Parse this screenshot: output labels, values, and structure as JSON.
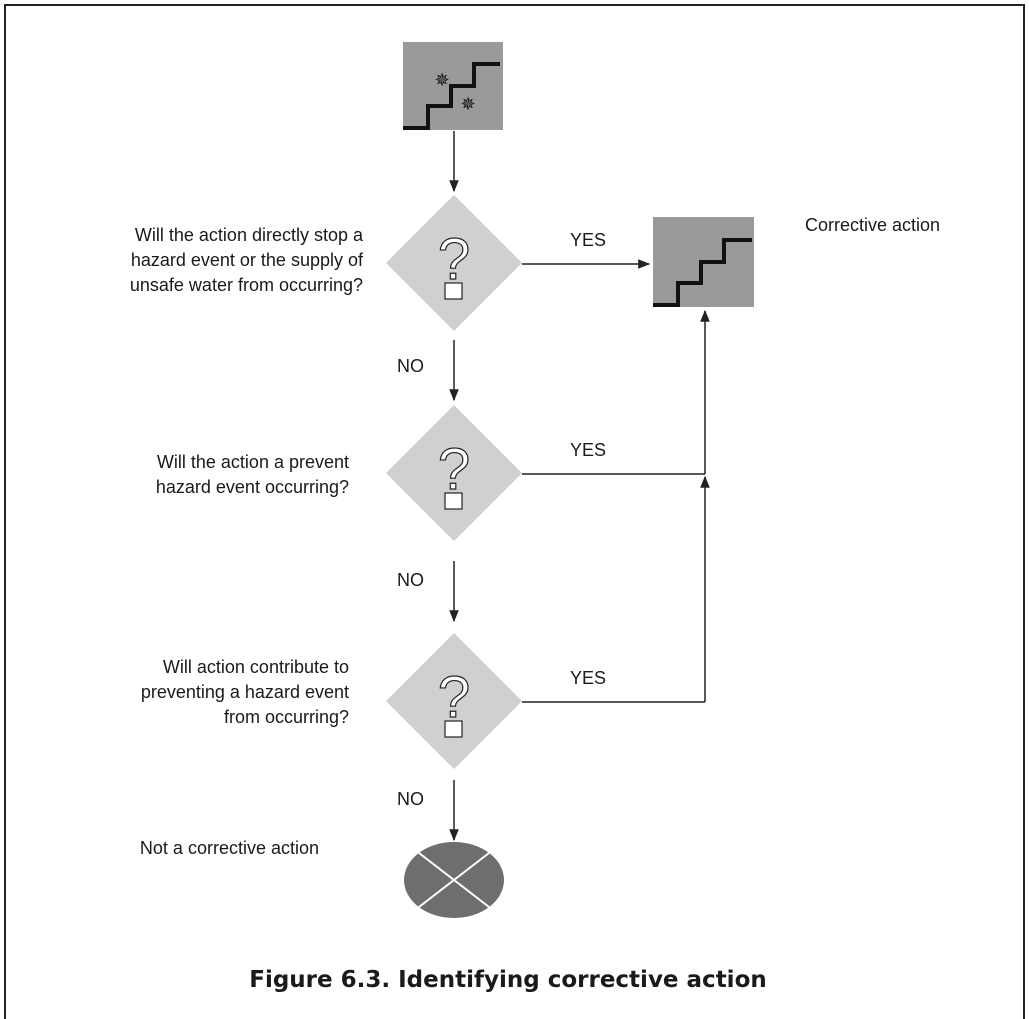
{
  "questions": [
    {
      "line1": "Will the action directly stop a",
      "line2": "hazard event or the supply of",
      "line3": "unsafe water from occurring?"
    },
    {
      "line1": "Will the action a prevent",
      "line2": "hazard  event occurring?"
    },
    {
      "line1": "Will action contribute to",
      "line2": "preventing a hazard event",
      "line3": "from occurring?"
    }
  ],
  "yes_label": "YES",
  "no_label": "NO",
  "corrective_action_label": "Corrective action",
  "not_corrective_label": "Not a corrective action",
  "caption": "Figure 6.3. Identifying corrective action"
}
